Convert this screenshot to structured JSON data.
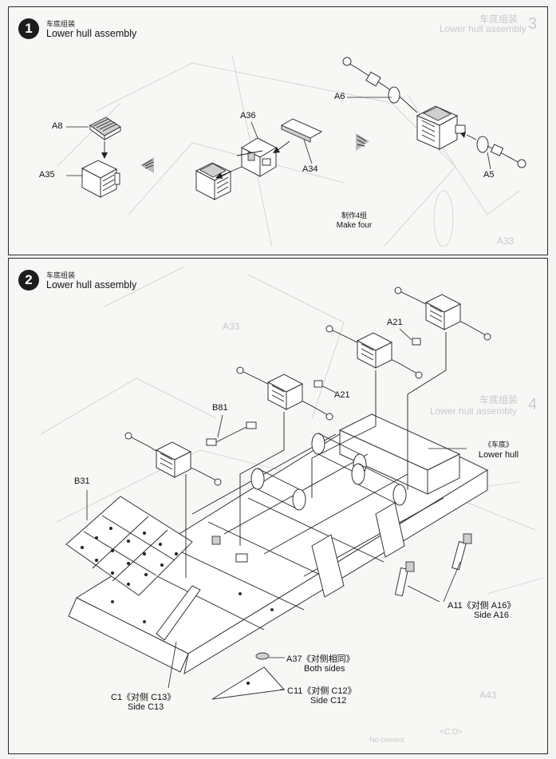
{
  "steps": [
    {
      "number": "1",
      "title_cn": "车底组装",
      "title_en": "Lower hull assembly",
      "parts": {
        "a8": "A8",
        "a35": "A35",
        "a36": "A36",
        "a34": "A34",
        "a6": "A6",
        "a5": "A5"
      },
      "note_cn": "制作4组",
      "note_en": "Make four"
    },
    {
      "number": "2",
      "title_cn": "车底组装",
      "title_en": "Lower hull assembly",
      "parts": {
        "a21_top": "A21",
        "a21_mid": "A21",
        "b81": "B81",
        "b31": "B31",
        "lower_hull_cn": "《车底》",
        "lower_hull_en": "Lower hull",
        "a11_line1": "A11《对侧 A16》",
        "a11_line2": "Side A16",
        "a37_line1": "A37《对侧相同》",
        "a37_line2": "Both sides",
        "c1_line1": "C1《对侧 C13》",
        "c1_line2": "Side C13",
        "c11_line1": "C11《对侧 C12》",
        "c11_line2": "Side C12"
      }
    }
  ],
  "bleed_through": {
    "step3_cn": "车底组装",
    "step3_en": "Lower hull assembly",
    "step3_num": "3",
    "step4_cn": "车底组装",
    "step4_en": "Lower hull assembly",
    "step4_num": "4",
    "a33": "A33",
    "a43": "A43",
    "not_cement": "No cement",
    "cb": "<C.D>"
  },
  "colors": {
    "ink": "#1a1a1a",
    "paper": "#f7f7f5",
    "frame": "#2a2a2a",
    "ghost": "#c9c9c9"
  }
}
